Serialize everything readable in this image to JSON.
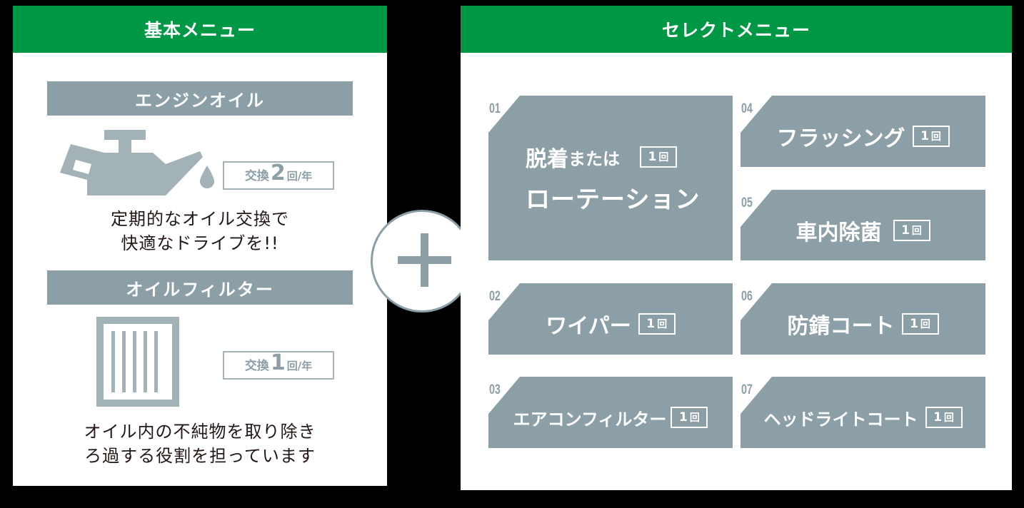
{
  "basic_menu": {
    "title": "基本メニュー",
    "engine_oil": {
      "label": "エンジンオイル",
      "icon": "oil-can-icon",
      "frequency": {
        "prefix": "交換",
        "count": "2",
        "unit": "回/年"
      },
      "description_line1": "定期的なオイル交換で",
      "description_line2": "快適なドライブを!!"
    },
    "oil_filter": {
      "label": "オイルフィルター",
      "icon": "filter-icon",
      "frequency": {
        "prefix": "交換",
        "count": "1",
        "unit": "回/年"
      },
      "description_line1": "オイル内の不純物を取り除き",
      "description_line2": "ろ過する役割を担っています"
    }
  },
  "connector": {
    "icon": "plus-icon"
  },
  "select_menu": {
    "title": "セレクトメニュー",
    "items": [
      {
        "number": "01",
        "label_line1_bold": "脱着",
        "label_line1_small": "または",
        "label_line2": "ローテーション",
        "count": "1",
        "unit": "回"
      },
      {
        "number": "02",
        "label": "ワイパー",
        "count": "1",
        "unit": "回"
      },
      {
        "number": "03",
        "label": "エアコンフィルター",
        "count": "1",
        "unit": "回"
      },
      {
        "number": "04",
        "label": "フラッシング",
        "count": "1",
        "unit": "回"
      },
      {
        "number": "05",
        "label": "車内除菌",
        "count": "1",
        "unit": "回"
      },
      {
        "number": "06",
        "label": "防錆コート",
        "count": "1",
        "unit": "回"
      },
      {
        "number": "07",
        "label": "ヘッドライトコート",
        "count": "1",
        "unit": "回"
      }
    ]
  },
  "colors": {
    "header_green": "#009844",
    "card_gray": "#8c9fa6",
    "text_dark": "#231815"
  }
}
